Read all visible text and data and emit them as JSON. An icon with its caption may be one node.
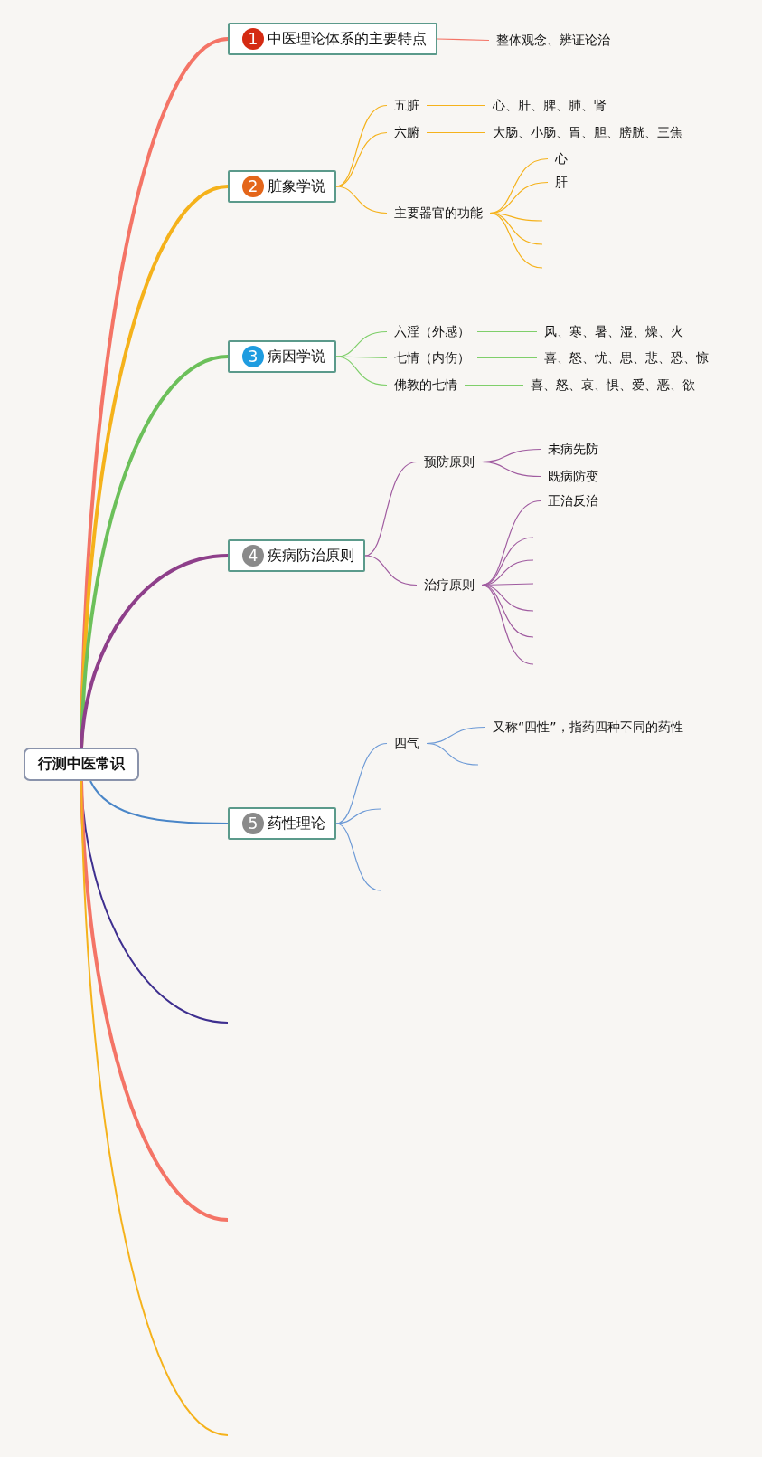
{
  "diagram": {
    "nodes": [
      {
        "text": [
          "行测中医常识"
        ]
      },
      {
        "text": [
          "1",
          "中医理论体系的主要特点"
        ]
      },
      {
        "text": [
          "整体观念、辨证论治"
        ]
      },
      {
        "text": [
          "2",
          "脏象学说"
        ]
      },
      {
        "text": [
          "五脏"
        ]
      },
      {
        "text": [
          "心、肝、脾、肺、肾"
        ]
      },
      {
        "text": [
          "六腑"
        ]
      },
      {
        "text": [
          "大肠、小肠、胃、胆、膀胱、三焦"
        ]
      },
      {
        "text": [
          "主要器官的功能"
        ]
      },
      {
        "text": [
          "心"
        ]
      },
      {
        "text": [
          "肝"
        ]
      },
      {
        "text": [
          "3",
          "病因学说"
        ]
      },
      {
        "text": [
          "六淫（外感）"
        ]
      },
      {
        "text": [
          "风、寒、暑、湿、燥、火"
        ]
      },
      {
        "text": [
          "七情（内伤）"
        ]
      },
      {
        "text": [
          "喜、怒、忧、思、悲、恐、惊"
        ]
      },
      {
        "text": [
          "佛教的七情"
        ]
      },
      {
        "text": [
          "喜、怒、哀、惧、爱、恶、欲"
        ]
      },
      {
        "text": [
          "4",
          "疾病防治原则"
        ]
      },
      {
        "text": [
          "预防原则"
        ]
      },
      {
        "text": [
          "未病先防"
        ]
      },
      {
        "text": [
          "既病防变"
        ]
      },
      {
        "text": [
          "治疗原则"
        ]
      },
      {
        "text": [
          "正治反治"
        ]
      },
      {
        "text": [
          "5",
          "药性理论"
        ]
      },
      {
        "text": [
          "四气"
        ]
      },
      {
        "text": [
          "又称“四性”，指药四种不同的药性"
        ]
      }
    ],
    "edges": [
      {
        "from": 0,
        "to": 1,
        "arrow": "none",
        "style": "thick",
        "color": "#f47466"
      },
      {
        "from": 0,
        "to": 3,
        "arrow": "none",
        "style": "thick",
        "color": "#f5b21b"
      },
      {
        "from": 0,
        "to": 11,
        "arrow": "none",
        "style": "thick",
        "color": "#6cc05a"
      },
      {
        "from": 0,
        "to": 18,
        "arrow": "none",
        "style": "thick",
        "color": "#8e3f8a"
      },
      {
        "from": 0,
        "to": 24,
        "arrow": "none",
        "color": "#4a86c8"
      },
      {
        "from": 0,
        "to": null,
        "arrow": "none",
        "color": "#3e2f8f"
      },
      {
        "from": 0,
        "to": null,
        "arrow": "none",
        "style": "thick",
        "color": "#f47466"
      },
      {
        "from": 0,
        "to": null,
        "arrow": "none",
        "color": "#f5b21b"
      },
      {
        "from": 1,
        "to": 2,
        "arrow": "none",
        "color": "#f47466"
      },
      {
        "from": 3,
        "to": 4,
        "arrow": "none",
        "color": "#f5b21b"
      },
      {
        "from": 3,
        "to": 6,
        "arrow": "none",
        "color": "#f5b21b"
      },
      {
        "from": 3,
        "to": 8,
        "arrow": "none",
        "color": "#f5b21b"
      },
      {
        "from": 4,
        "to": 5,
        "arrow": "none",
        "color": "#f5b21b"
      },
      {
        "from": 6,
        "to": 7,
        "arrow": "none",
        "color": "#f5b21b"
      },
      {
        "from": 8,
        "to": 9,
        "arrow": "none",
        "color": "#f5b21b"
      },
      {
        "from": 8,
        "to": 10,
        "arrow": "none",
        "color": "#f5b21b"
      },
      {
        "from": 8,
        "to": null,
        "arrow": "none",
        "color": "#f5b21b"
      },
      {
        "from": 8,
        "to": null,
        "arrow": "none",
        "color": "#f5b21b"
      },
      {
        "from": 8,
        "to": null,
        "arrow": "none",
        "color": "#f5b21b"
      },
      {
        "from": 11,
        "to": 12,
        "arrow": "none",
        "color": "#7fcf6a"
      },
      {
        "from": 11,
        "to": 14,
        "arrow": "none",
        "color": "#7fcf6a"
      },
      {
        "from": 11,
        "to": 16,
        "arrow": "none",
        "color": "#7fcf6a"
      },
      {
        "from": 12,
        "to": 13,
        "arrow": "none",
        "color": "#7fcf6a"
      },
      {
        "from": 14,
        "to": 15,
        "arrow": "none",
        "color": "#7fcf6a"
      },
      {
        "from": 16,
        "to": 17,
        "arrow": "none",
        "color": "#7fcf6a"
      },
      {
        "from": 18,
        "to": 19,
        "arrow": "none",
        "color": "#a05ca0"
      },
      {
        "from": 18,
        "to": 22,
        "arrow": "none",
        "color": "#a05ca0"
      },
      {
        "from": 19,
        "to": 20,
        "arrow": "none",
        "color": "#a05ca0"
      },
      {
        "from": 19,
        "to": 21,
        "arrow": "none",
        "color": "#a05ca0"
      },
      {
        "from": 22,
        "to": 23,
        "arrow": "none",
        "color": "#a05ca0"
      },
      {
        "from": 22,
        "to": null,
        "arrow": "none",
        "color": "#a05ca0"
      },
      {
        "from": 22,
        "to": null,
        "arrow": "none",
        "color": "#a05ca0"
      },
      {
        "from": 22,
        "to": null,
        "arrow": "none",
        "color": "#a05ca0"
      },
      {
        "from": 22,
        "to": null,
        "arrow": "none",
        "color": "#a05ca0"
      },
      {
        "from": 22,
        "to": null,
        "arrow": "none",
        "color": "#a05ca0"
      },
      {
        "from": 22,
        "to": null,
        "arrow": "none",
        "color": "#a05ca0"
      },
      {
        "from": 24,
        "to": 25,
        "arrow": "none",
        "color": "#6d9ad6"
      },
      {
        "from": 24,
        "to": null,
        "arrow": "none",
        "color": "#6d9ad6"
      },
      {
        "from": 24,
        "to": null,
        "arrow": "none",
        "color": "#6d9ad6"
      },
      {
        "from": 25,
        "to": 26,
        "arrow": "none",
        "color": "#6d9ad6"
      },
      {
        "from": 25,
        "to": null,
        "arrow": "none",
        "color": "#6d9ad6"
      }
    ]
  }
}
